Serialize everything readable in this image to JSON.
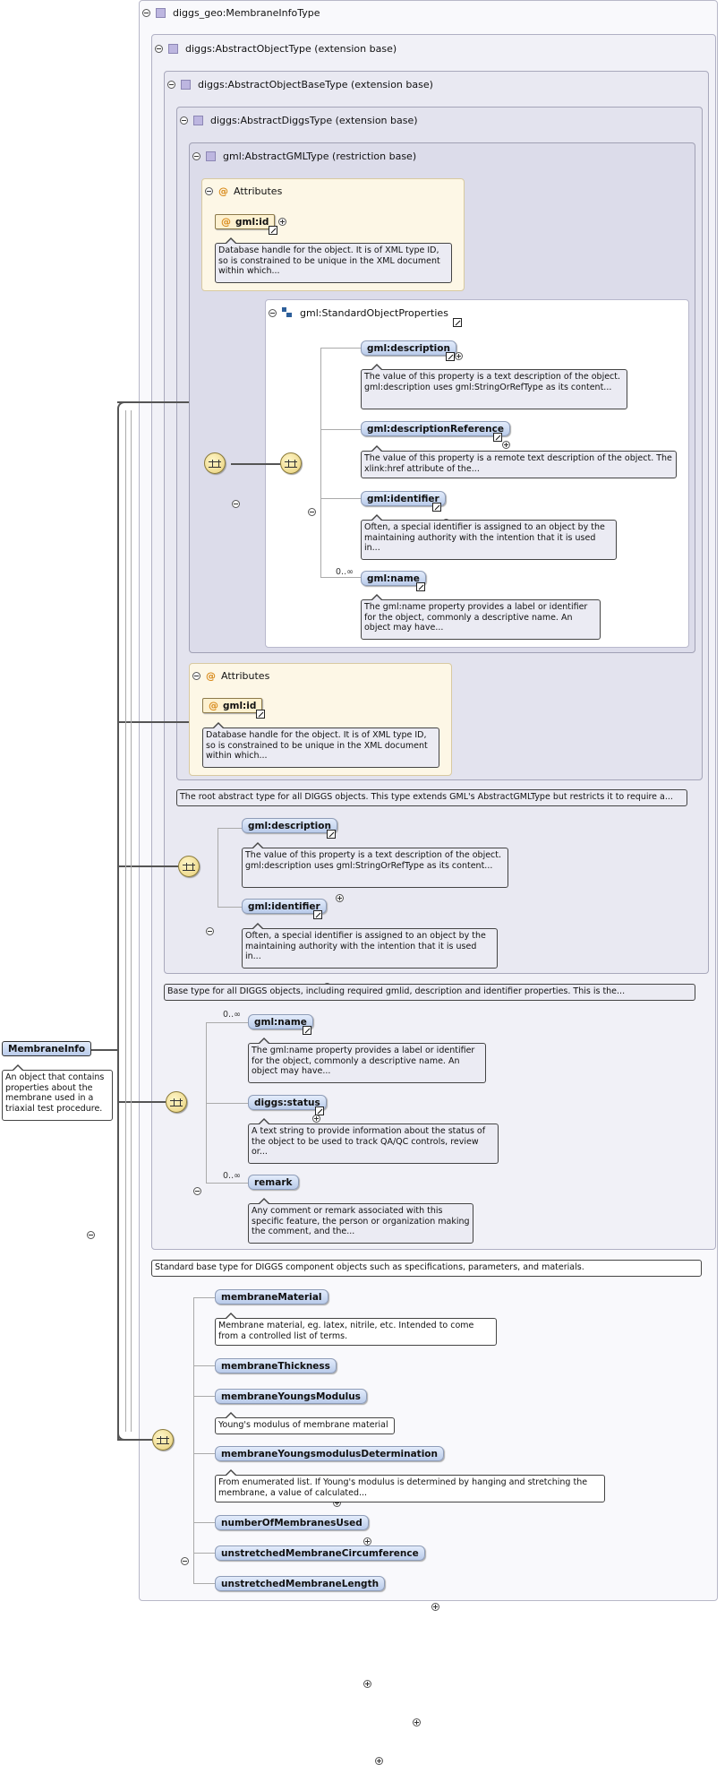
{
  "root": {
    "label": "MembraneInfo",
    "description": "An object that contains properties about the membrane used in a triaxial test procedure."
  },
  "types": {
    "membrane_info": "diggs_geo:MembraneInfoType",
    "abstract_object": "diggs:AbstractObjectType (extension base)",
    "abstract_object_base": "diggs:AbstractObjectBaseType (extension base)",
    "abstract_diggs": "diggs:AbstractDiggsType (extension base)",
    "abstract_gml": "gml:AbstractGMLType (restriction base)"
  },
  "attributes": {
    "header": "Attributes",
    "gml_id_label": "gml:id",
    "gml_id_desc": "Database handle for the object. It is of XML type ID, so is constrained to be unique in the XML document within which..."
  },
  "standard_object_properties": {
    "label": "gml:StandardObjectProperties",
    "description_label": "gml:description",
    "description_desc": "The value of this property is a text description of the object. gml:description uses gml:StringOrRefType as its content...",
    "description_reference_label": "gml:descriptionReference",
    "description_reference_desc": "The value of this property is a remote text description of the object. The xlink:href attribute of the...",
    "identifier_label": "gml:identifier",
    "identifier_desc": "Often, a special identifier is assigned to an object by the maintaining authority with the intention that it is used in...",
    "name_cardinality": "0..∞",
    "name_label": "gml:name",
    "name_desc": "The gml:name property provides a label or identifier for the object, commonly a descriptive name. An object may have..."
  },
  "abstract_diggs_desc": "The root abstract type for all DIGGS objects. This type extends GML's AbstractGMLType but restricts it to require a...",
  "abstract_object_base_seq": {
    "description_label": "gml:description",
    "description_desc": "The value of this property is a text description of the object. gml:description uses gml:StringOrRefType as its content...",
    "identifier_label": "gml:identifier",
    "identifier_desc": "Often, a special identifier is assigned to an object by the maintaining authority with the intention that it is used in..."
  },
  "abstract_object_base_desc": "Base type for all DIGGS objects, including required gmlid, description and identifier properties. This is the...",
  "abstract_object_seq": {
    "name_cardinality": "0..∞",
    "name_label": "gml:name",
    "name_desc": "The gml:name property provides a label or identifier for the object, commonly a descriptive name. An object may have...",
    "status_label": "diggs:status",
    "status_desc": "A text string to provide information about the status of the object to be used to track QA/QC controls, review or...",
    "remark_cardinality": "0..∞",
    "remark_label": "remark",
    "remark_desc": "Any comment or remark associated with this specific feature, the person or organization making the comment, and the..."
  },
  "abstract_object_desc": "Standard base type for DIGGS component objects such as specifications, parameters, and materials.",
  "membrane_seq": {
    "material_label": "membraneMaterial",
    "material_desc": "Membrane material, eg. latex, nitrile, etc. Intended to come from a controlled list of terms.",
    "thickness_label": "membraneThickness",
    "youngs_label": "membraneYoungsModulus",
    "youngs_desc": "Young's modulus of membrane material",
    "youngs_det_label": "membraneYoungsmodulusDetermination",
    "youngs_det_desc": "From enumerated list. If Young's modulus is determined by hanging and stretching the membrane, a value of calculated...",
    "number_label": "numberOfMembranesUsed",
    "circumference_label": "unstretchedMembraneCircumference",
    "length_label": "unstretchedMembraneLength"
  }
}
